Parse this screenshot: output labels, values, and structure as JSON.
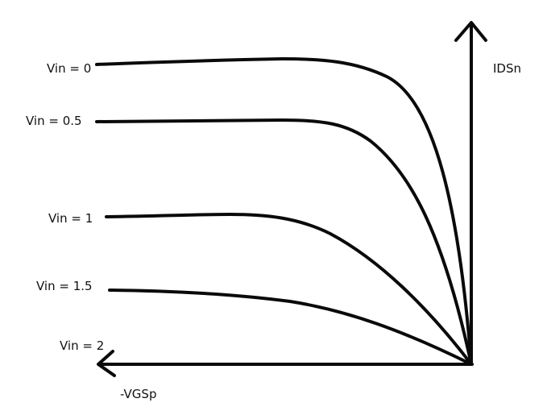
{
  "diagram": {
    "y_axis_label": "IDSn",
    "x_axis_label": "-VGSp",
    "curves": [
      {
        "label": "Vin = 0"
      },
      {
        "label": "Vin = 0.5"
      },
      {
        "label": "Vin = 1"
      },
      {
        "label": "Vin = 1.5"
      },
      {
        "label": "Vin = 2"
      }
    ]
  }
}
